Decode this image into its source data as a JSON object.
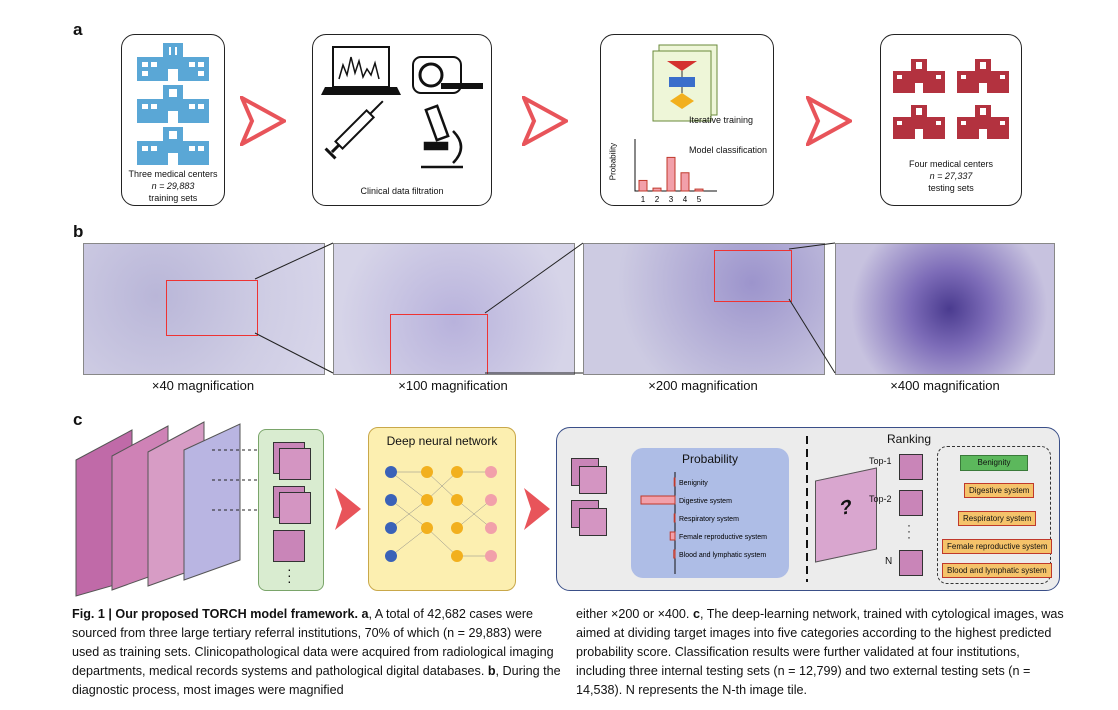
{
  "panel_a": {
    "label": "a",
    "box1": {
      "line1": "Three medical centers",
      "line2": "n = 29,883",
      "line3": "training sets"
    },
    "box2": {
      "caption": "Clinical data filtration"
    },
    "box3": {
      "iterative": "Iterative training",
      "model": "Model classification",
      "ylabel": "Probability",
      "categories": [
        "1",
        "2",
        "3",
        "4",
        "5"
      ],
      "values": [
        0.22,
        0.06,
        0.7,
        0.38,
        0.04
      ]
    },
    "box4": {
      "line1": "Four medical centers",
      "line2": "n = 27,337",
      "line3": "testing sets"
    }
  },
  "panel_b": {
    "label": "b",
    "magnifications": [
      "×40 magnification",
      "×100 magnification",
      "×200 magnification",
      "×400 magnification"
    ]
  },
  "panel_c": {
    "label": "c",
    "dnn_title": "Deep neural network",
    "prob_title": "Probability",
    "ranking_title": "Ranking",
    "categories": [
      "Benignity",
      "Digestive system",
      "Respiratory system",
      "Female reproductive system",
      "Blood and lymphatic system"
    ],
    "prob_values": [
      0.02,
      0.85,
      0.02,
      0.12,
      0.03
    ],
    "top_labels": [
      "Top-1",
      "Top-2",
      "N"
    ],
    "question": "?",
    "rank_tags": [
      "Benignity",
      "Digestive system",
      "Respiratory system",
      "Female reproductive system",
      "Blood and lymphatic system"
    ]
  },
  "caption": {
    "left_bold": "Fig. 1 | Our proposed TORCH model framework. a",
    "left_text": ", A total of 42,682 cases were sourced from three large tertiary referral institutions, 70% of which (n = 29,883) were used as training sets. Clinicopathological data were acquired from radiological imaging departments, medical records systems and pathological digital databases. ",
    "left_bold2": "b",
    "left_text2": ", During the diagnostic process, most images were magnified",
    "right_text": "either ×200 or ×400. ",
    "right_bold": "c",
    "right_text2": ", The deep-learning network, trained with cytological images, was aimed at dividing target images into five categories according to the highest predicted probability score. Classification results were further validated at four institutions, including three internal testing sets (n = 12,799) and two external testing sets (n = 14,538). N represents the N-th image tile."
  },
  "colors": {
    "hospital_blue": "#5aa7d6",
    "hospital_red": "#b3323f",
    "arrow_red": "#e8545a",
    "pink": "#f2a0aa",
    "dnn_bg": "#fcefb0",
    "prob_bg": "#aebde6",
    "green": "#5cb85c",
    "tag_orange": "#f5c36a"
  }
}
